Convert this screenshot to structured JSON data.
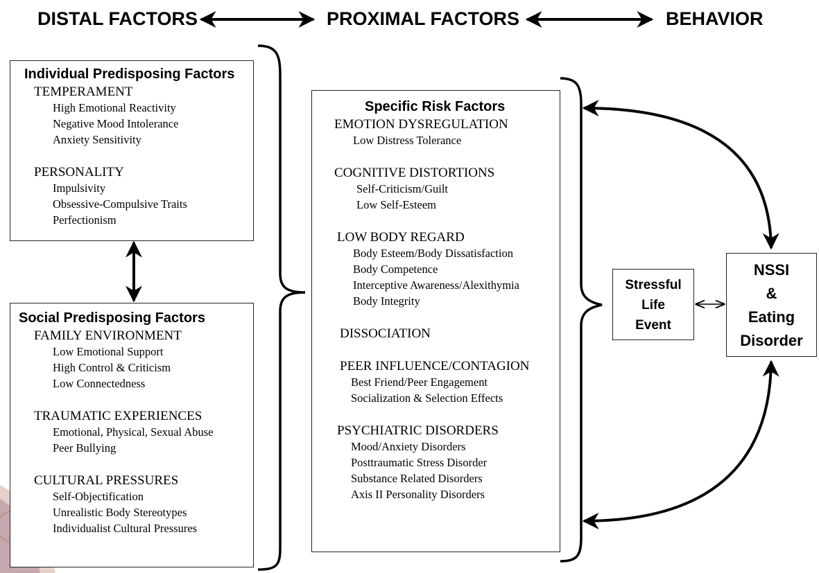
{
  "header": {
    "distal": "DISTAL FACTORS",
    "proximal": "PROXIMAL FACTORS",
    "behavior": "BEHAVIOR"
  },
  "individual": {
    "title": "Individual Predisposing Factors",
    "groups": [
      {
        "name": "TEMPERAMENT",
        "items": [
          "High Emotional Reactivity",
          "Negative Mood Intolerance",
          "Anxiety Sensitivity"
        ]
      },
      {
        "name": "PERSONALITY",
        "items": [
          "Impulsivity",
          "Obsessive-Compulsive Traits",
          "Perfectionism"
        ]
      }
    ]
  },
  "social": {
    "title": "Social Predisposing Factors",
    "groups": [
      {
        "name": "FAMILY ENVIRONMENT",
        "items": [
          "Low Emotional Support",
          "High Control & Criticism",
          "Low Connectedness"
        ]
      },
      {
        "name": "TRAUMATIC EXPERIENCES",
        "items": [
          "Emotional, Physical, Sexual Abuse",
          "Peer Bullying"
        ]
      },
      {
        "name": "CULTURAL PRESSURES",
        "items": [
          "Self-Objectification",
          "Unrealistic Body Stereotypes",
          "Individualist Cultural Pressures"
        ]
      }
    ]
  },
  "risk": {
    "title": "Specific Risk Factors",
    "groups": [
      {
        "name": "EMOTION DYSREGULATION",
        "items": [
          "Low Distress Tolerance"
        ]
      },
      {
        "name": "COGNITIVE DISTORTIONS",
        "items": [
          "Self-Criticism/Guilt",
          "Low Self-Esteem"
        ]
      },
      {
        "name": "LOW BODY REGARD",
        "items": [
          "Body Esteem/Body Dissatisfaction",
          "Body Competence",
          "Interceptive Awareness/Alexithymia",
          "Body Integrity"
        ]
      },
      {
        "name": "DISSOCIATION",
        "items": []
      },
      {
        "name": "PEER INFLUENCE/CONTAGION",
        "items": [
          "Best Friend/Peer Engagement",
          "Socialization & Selection Effects"
        ]
      },
      {
        "name": "PSYCHIATRIC DISORDERS",
        "items": [
          "Mood/Anxiety Disorders",
          "Posttraumatic Stress Disorder",
          "Substance Related Disorders",
          "Axis II Personality Disorders"
        ]
      }
    ]
  },
  "stressful": {
    "line1": "Stressful",
    "line2": "Life",
    "line3": "Event"
  },
  "outcome": {
    "line1": "NSSI",
    "line2": "&",
    "line3": "Eating",
    "line4": "Disorder"
  }
}
